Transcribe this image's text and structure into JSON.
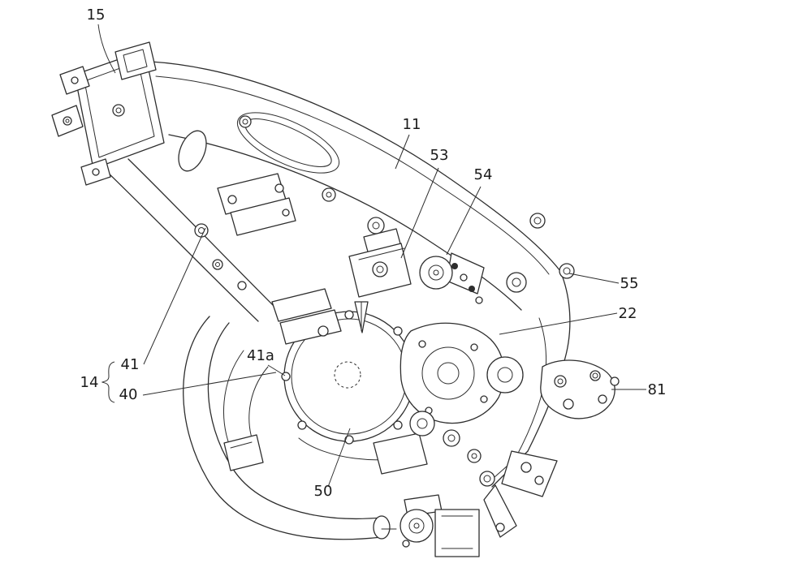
{
  "figure": {
    "background": "#ffffff",
    "line_color": "#2e2e2e",
    "labels": [
      {
        "id": "15",
        "text": "15"
      },
      {
        "id": "11",
        "text": "11"
      },
      {
        "id": "53",
        "text": "53"
      },
      {
        "id": "54",
        "text": "54"
      },
      {
        "id": "55",
        "text": "55"
      },
      {
        "id": "22",
        "text": "22"
      },
      {
        "id": "81",
        "text": "81"
      },
      {
        "id": "41",
        "text": "41"
      },
      {
        "id": "14",
        "text": "14"
      },
      {
        "id": "40",
        "text": "40"
      },
      {
        "id": "41a",
        "text": "41a"
      },
      {
        "id": "50",
        "text": "50"
      }
    ]
  }
}
